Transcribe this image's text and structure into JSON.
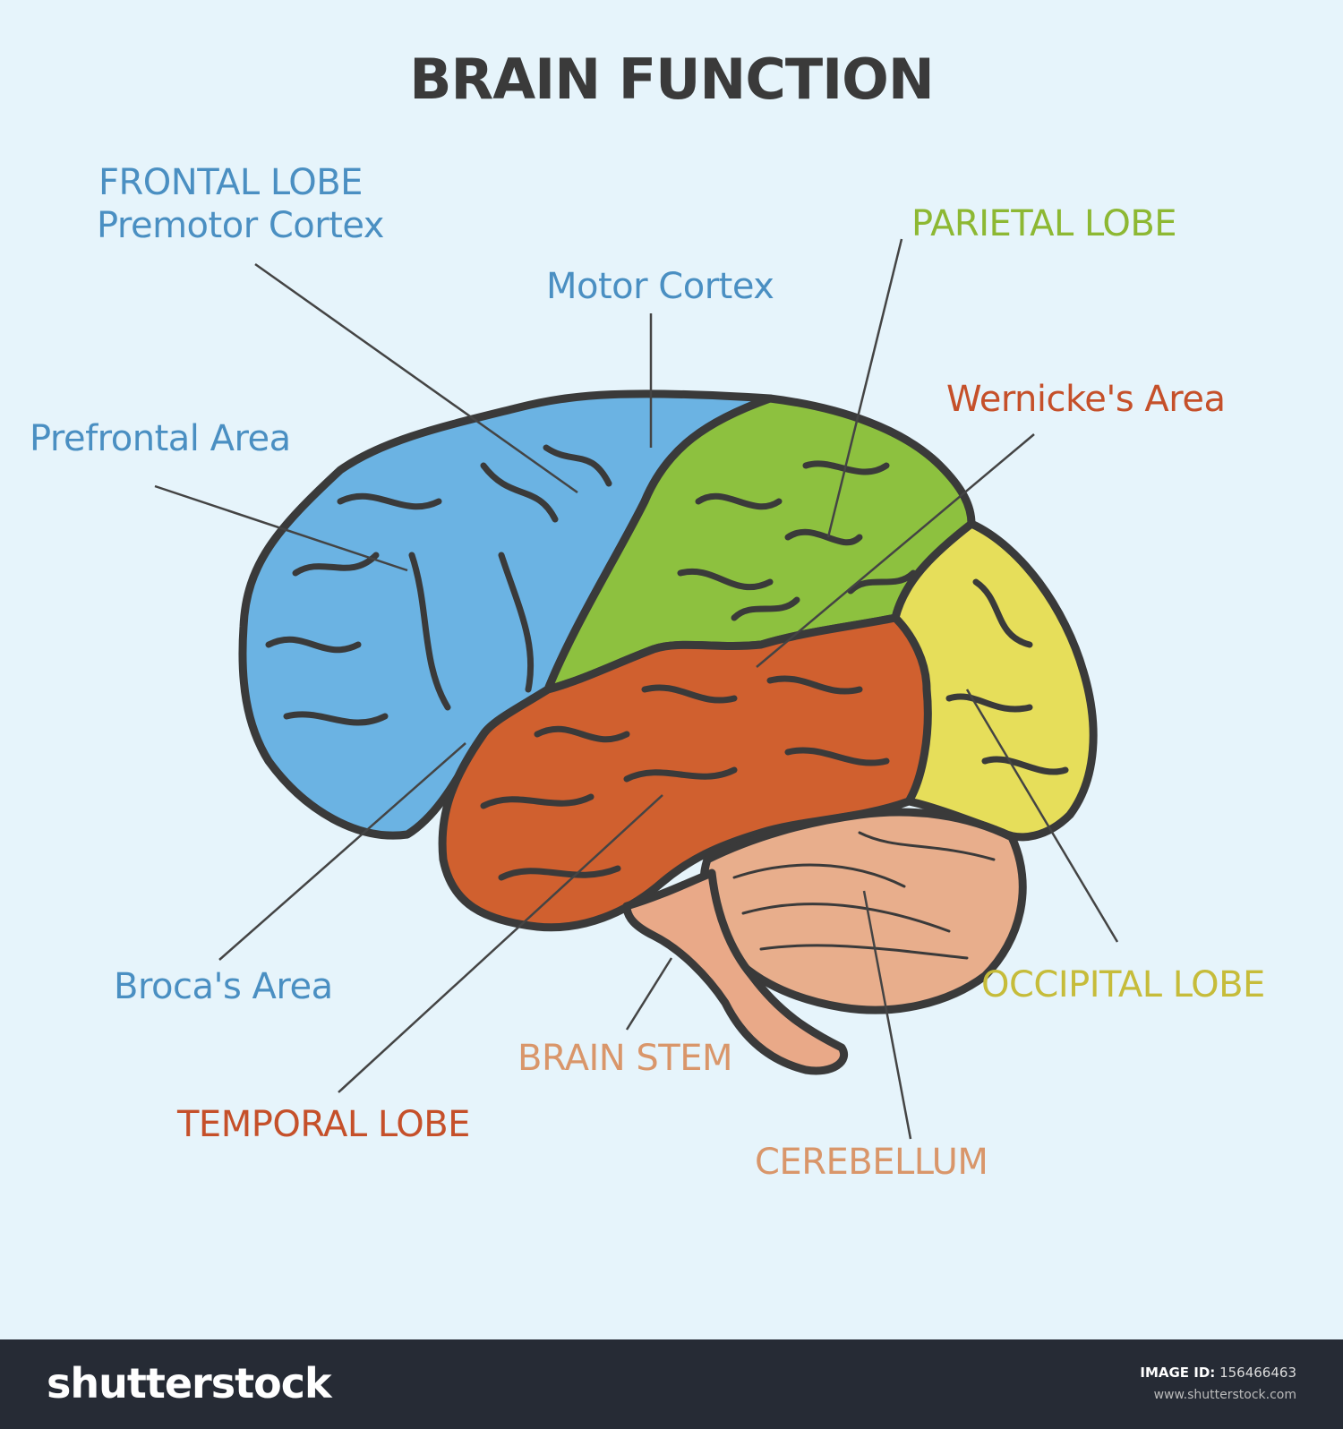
{
  "title": "BRAIN FUNCTION",
  "labels": {
    "frontal_lobe": "FRONTAL LOBE",
    "premotor_cortex": "Premotor Cortex",
    "motor_cortex": "Motor Cortex",
    "parietal_lobe": "PARIETAL LOBE",
    "wernickes_area": "Wernicke's Area",
    "prefrontal_area": "Prefrontal Area",
    "brocas_area": "Broca's Area",
    "temporal_lobe": "TEMPORAL LOBE",
    "brain_stem": "BRAIN STEM",
    "cerebellum": "CEREBELLUM",
    "occipital_lobe": "OCCIPITAL LOBE"
  },
  "colors": {
    "frontal": "#6BB3E3",
    "parietal": "#8DC13F",
    "occipital": "#E6DE5A",
    "temporal": "#D0602F",
    "cerebellum": "#E8AE8C",
    "brain_stem": "#E9A988",
    "outline": "#3a3a3a",
    "background": "#E6F4FB"
  },
  "footer": {
    "logo": "shutterstock",
    "image_id_label": "IMAGE ID:",
    "image_id": "156466463",
    "url": "www.shutterstock.com"
  }
}
